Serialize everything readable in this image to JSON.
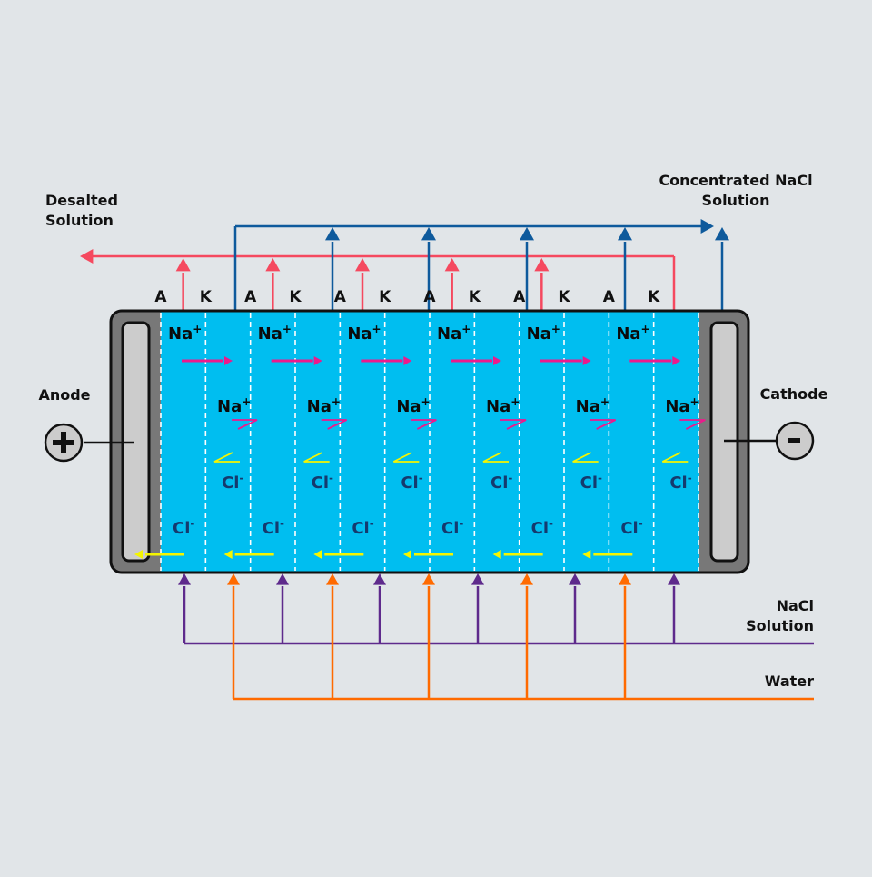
{
  "title": "Electrodialysis cell",
  "labels": {
    "desalted_line1": "Desalted",
    "desalted_line2": "Solution",
    "concentrated_line1": "Concentrated NaCl",
    "concentrated_line2": "Solution",
    "anode": "Anode",
    "cathode": "Cathode",
    "nacl_line1": "NaCl",
    "nacl_line2": "Solution",
    "water": "Water",
    "anode_sign": "+",
    "cathode_sign": "-"
  },
  "membranes": [
    "A",
    "K",
    "A",
    "K",
    "A",
    "K",
    "A",
    "K",
    "A",
    "K",
    "A",
    "K"
  ],
  "ions": {
    "na_base": "Na",
    "na_sup": "+",
    "cl_base": "Cl",
    "cl_sup": "-"
  },
  "cell_pairs": 6,
  "colors": {
    "background": "#e1e5e8",
    "solution": "#00bef0",
    "electrode_frame": "#787878",
    "electrode_plate": "#cccccc",
    "desalted_stream": "#f5495f",
    "concentrate_stream": "#0e5a9c",
    "nacl_feed": "#5e2a8c",
    "water_feed": "#ff6a00",
    "na_arrow": "#ec1a8c",
    "cl_arrow": "#f5f500",
    "cl_text": "#153a6e"
  }
}
